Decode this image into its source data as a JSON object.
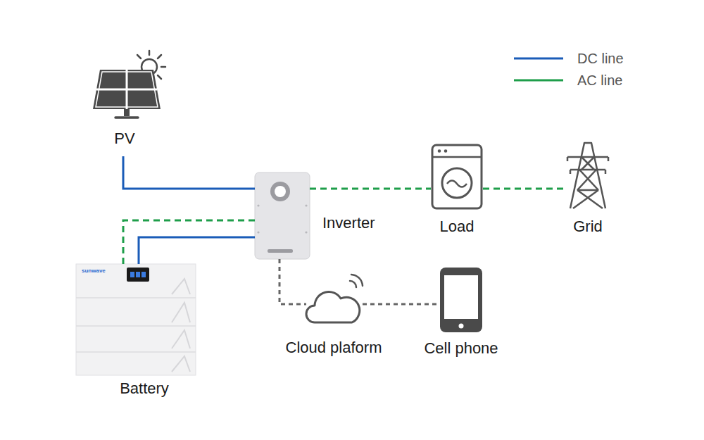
{
  "diagram": {
    "nodes": [
      {
        "text": [
          "PV"
        ]
      },
      {
        "text": [
          "Inverter"
        ]
      },
      {
        "text": [
          "Load"
        ]
      },
      {
        "text": [
          "Grid"
        ]
      },
      {
        "text": [
          "sunwave",
          "Battery"
        ]
      },
      {
        "text": [
          "Cloud plaform"
        ]
      },
      {
        "text": [
          "Cell phone"
        ]
      }
    ],
    "edges": [
      {
        "from": 0,
        "to": 1,
        "arrow": "none"
      },
      {
        "from": 1,
        "to": 2,
        "arrow": "none"
      },
      {
        "from": 2,
        "to": 3,
        "arrow": "none"
      },
      {
        "from": 4,
        "to": 1,
        "arrow": "none"
      },
      {
        "from": 4,
        "to": 1,
        "arrow": "none"
      },
      {
        "from": 1,
        "to": 5,
        "arrow": "none"
      },
      {
        "from": 5,
        "to": 6,
        "arrow": "none"
      }
    ],
    "legend": [
      {
        "text": "DC line"
      },
      {
        "text": "AC line"
      }
    ]
  }
}
